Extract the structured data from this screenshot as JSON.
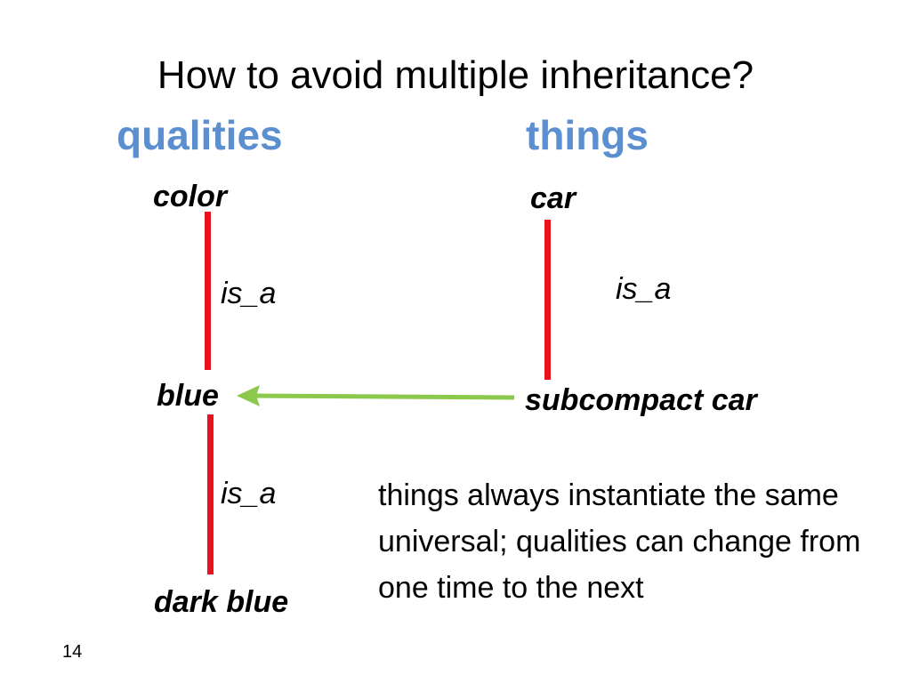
{
  "title": "How to avoid multiple inheritance?",
  "headings": {
    "left": "qualities",
    "right": "things"
  },
  "nodes": {
    "color": "color",
    "blue": "blue",
    "dark_blue": "dark blue",
    "car": "car",
    "subcompact_car": "subcompact car"
  },
  "relations": {
    "color_blue": "is_a",
    "blue_dark_blue": "is_a",
    "car_subcompact": "is_a"
  },
  "note": "things always instantiate the same universal; qualities can change from one time to the next",
  "page_number": "14",
  "colors": {
    "heading": "#5b8fd0",
    "is_a_line": "#e8131b",
    "arrow": "#8cc84b",
    "text": "#000000"
  }
}
